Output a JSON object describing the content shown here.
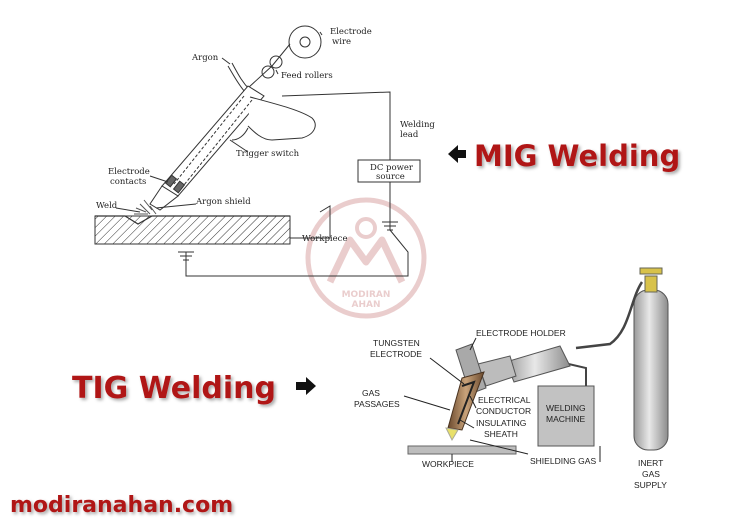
{
  "mig": {
    "title": "MIG Welding",
    "labels": {
      "electrode_wire_1": "Electrode",
      "electrode_wire_2": "wire",
      "argon": "Argon",
      "feed_rollers": "Feed rollers",
      "welding_lead_1": "Welding",
      "welding_lead_2": "lead",
      "trigger_switch": "Trigger switch",
      "electrode_contacts_1": "Electrode",
      "electrode_contacts_2": "contacts",
      "dc_power_1": "DC power",
      "dc_power_2": "source",
      "weld": "Weld",
      "argon_shield": "Argon shield",
      "workpiece": "Workpiece"
    }
  },
  "tig": {
    "title": "TIG Welding",
    "labels": {
      "tungsten_1": "TUNGSTEN",
      "tungsten_2": "ELECTRODE",
      "electrode_holder": "ELECTRODE HOLDER",
      "gas_passages_1": "GAS",
      "gas_passages_2": "PASSAGES",
      "electrical_1": "ELECTRICAL",
      "electrical_2": "CONDUCTOR",
      "insulating_1": "INSULATING",
      "insulating_2": "SHEATH",
      "welding_machine_1": "WELDING",
      "welding_machine_2": "MACHINE",
      "workpiece": "WORKPIECE",
      "shielding_gas": "SHIELDING GAS",
      "inert_1": "INERT",
      "inert_2": "GAS",
      "inert_3": "SUPPLY"
    }
  },
  "watermark": {
    "line1": "MODIRAN",
    "line2": "AHAN"
  },
  "site": "modiranahan.com",
  "colors": {
    "accent_red": "#b01717",
    "watermark": "#d9a6a6"
  }
}
